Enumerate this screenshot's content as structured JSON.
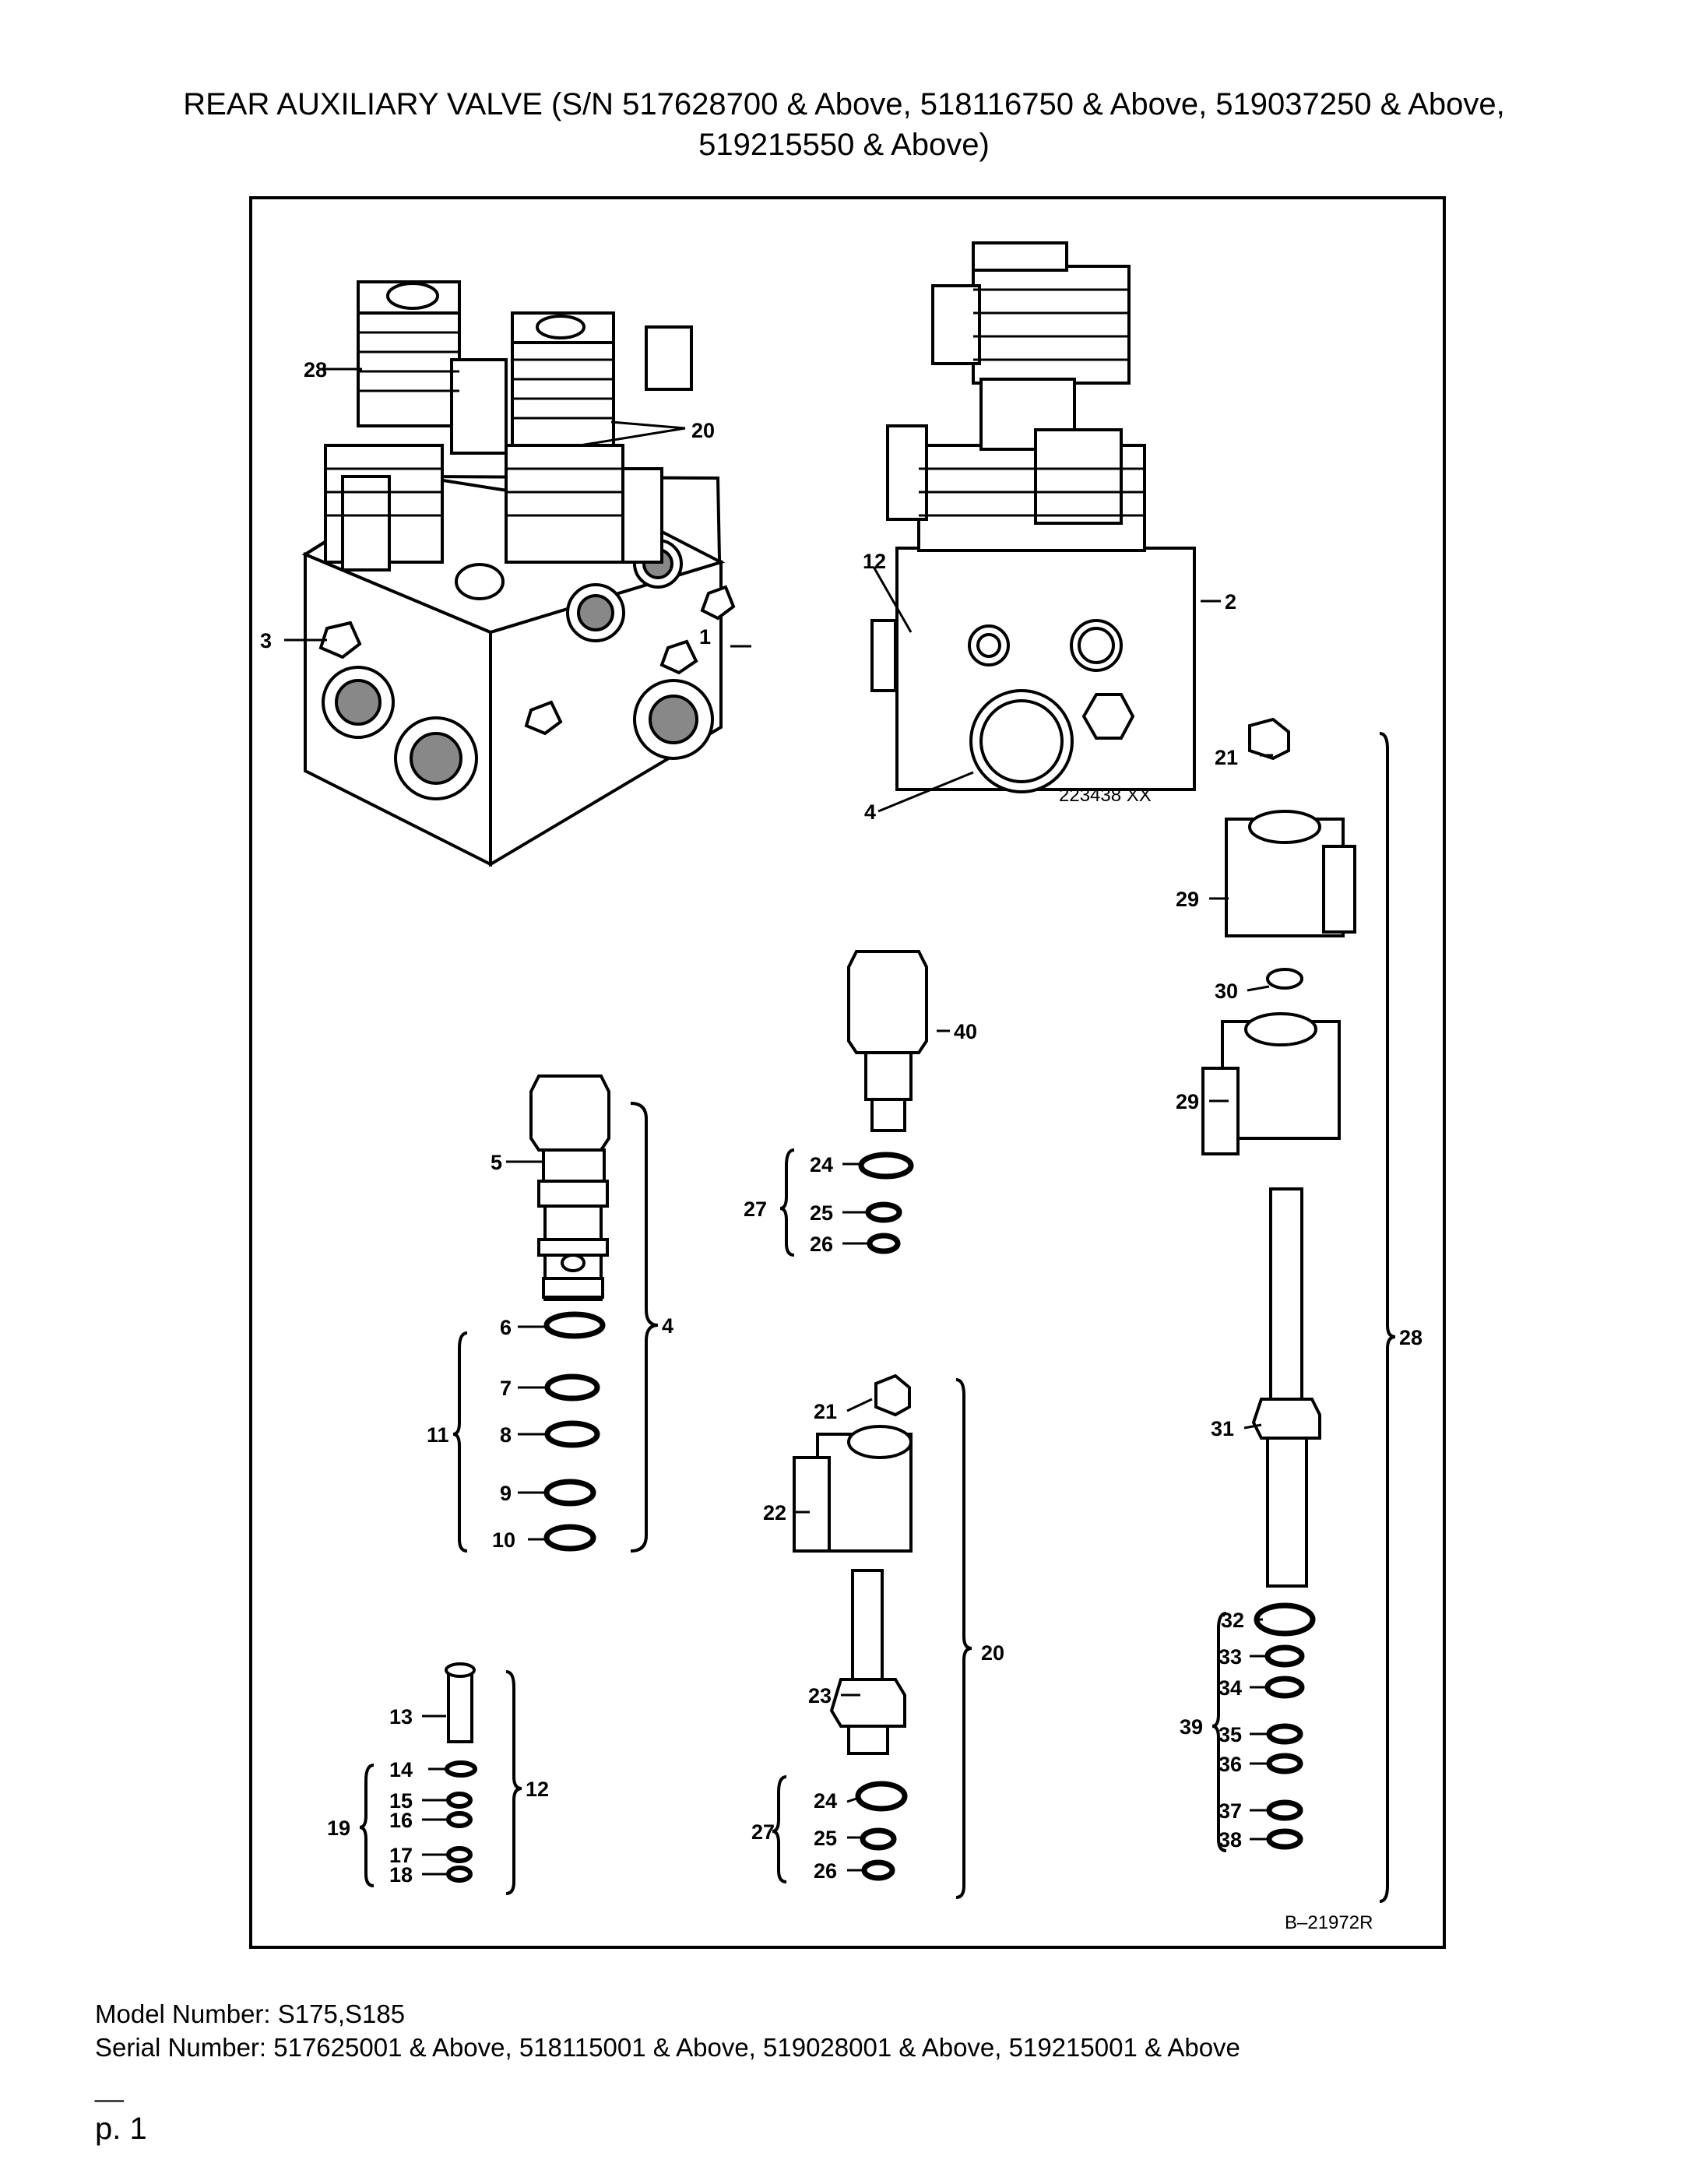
{
  "page": {
    "title_line1": "REAR AUXILIARY VALVE (S/N 517628700 & Above, 518116750 & Above, 519037250 & Above,",
    "title_line2": "519215550 & Above)",
    "model_line": "Model Number: S175,S185",
    "serial_line": "Serial Number: 517625001 & Above, 518115001 & Above, 519028001 & Above, 519215001 & Above",
    "page_mark": "__",
    "page_number": "p. 1"
  },
  "diagram": {
    "drawing_code": "B–21972R",
    "callouts": {
      "c1": "1",
      "c2": "2",
      "c3": "3",
      "c4a": "4",
      "c4b": "4",
      "c5": "5",
      "c6": "6",
      "c7": "7",
      "c8": "8",
      "c9": "9",
      "c10": "10",
      "c11": "11",
      "c12a": "12",
      "c12b": "12",
      "c13": "13",
      "c14": "14",
      "c15": "15",
      "c16": "16",
      "c17": "17",
      "c18": "18",
      "c19": "19",
      "c20a": "20",
      "c20b": "20",
      "c21a": "21",
      "c21b": "21",
      "c22": "22",
      "c23": "23",
      "c24a": "24",
      "c24b": "24",
      "c25a": "25",
      "c25b": "25",
      "c26a": "26",
      "c26b": "26",
      "c27a": "27",
      "c27b": "27",
      "c28a": "28",
      "c28b": "28",
      "c29a": "29",
      "c29b": "29",
      "c30": "30",
      "c31": "31",
      "c32": "32",
      "c33": "33",
      "c34": "34",
      "c35": "35",
      "c36": "36",
      "c37": "37",
      "c38": "38",
      "c39": "39",
      "c40": "40"
    }
  }
}
